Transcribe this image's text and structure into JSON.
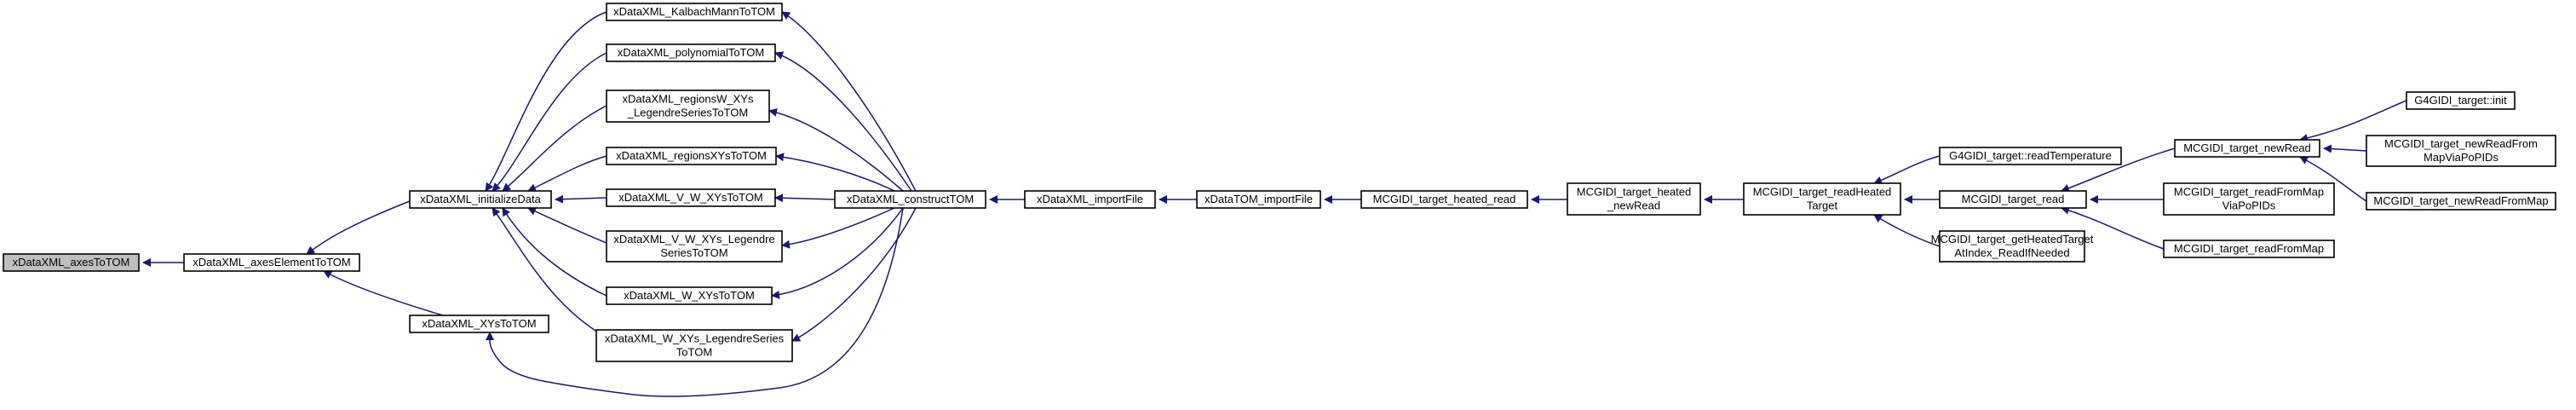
{
  "nodes": [
    {
      "id": "n0",
      "lines": [
        "xDataXML_axesToTOM"
      ],
      "root": true
    },
    {
      "id": "n1",
      "lines": [
        "xDataXML_axesElementToTOM"
      ]
    },
    {
      "id": "n2",
      "lines": [
        "xDataXML_initializeData"
      ]
    },
    {
      "id": "n3",
      "lines": [
        "xDataXML_XYsToTOM"
      ]
    },
    {
      "id": "n4",
      "lines": [
        "xDataXML_KalbachMannToTOM"
      ]
    },
    {
      "id": "n5",
      "lines": [
        "xDataXML_polynomialToTOM"
      ]
    },
    {
      "id": "n6",
      "lines": [
        "xDataXML_regionsW_XYs",
        "_LegendreSeriesToTOM"
      ]
    },
    {
      "id": "n7",
      "lines": [
        "xDataXML_regionsXYsToTOM"
      ]
    },
    {
      "id": "n8",
      "lines": [
        "xDataXML_V_W_XYsToTOM"
      ]
    },
    {
      "id": "n9",
      "lines": [
        "xDataXML_V_W_XYs_Legendre",
        "SeriesToTOM"
      ]
    },
    {
      "id": "n10",
      "lines": [
        "xDataXML_W_XYsToTOM"
      ]
    },
    {
      "id": "n11",
      "lines": [
        "xDataXML_W_XYs_LegendreSeries",
        "ToTOM"
      ]
    },
    {
      "id": "n12",
      "lines": [
        "xDataXML_constructTOM"
      ]
    },
    {
      "id": "n13",
      "lines": [
        "xDataXML_importFile"
      ]
    },
    {
      "id": "n14",
      "lines": [
        "xDataTOM_importFile"
      ]
    },
    {
      "id": "n15",
      "lines": [
        "MCGIDI_target_heated_read"
      ]
    },
    {
      "id": "n16",
      "lines": [
        "MCGIDI_target_heated",
        "_newRead"
      ]
    },
    {
      "id": "n17",
      "lines": [
        "MCGIDI_target_readHeated",
        "Target"
      ]
    },
    {
      "id": "n18",
      "lines": [
        "G4GIDI_target::readTemperature"
      ]
    },
    {
      "id": "n19",
      "lines": [
        "MCGIDI_target_read"
      ]
    },
    {
      "id": "n20",
      "lines": [
        "MCGIDI_target_getHeatedTarget",
        "AtIndex_ReadIfNeeded"
      ]
    },
    {
      "id": "n21",
      "lines": [
        "MCGIDI_target_newRead"
      ]
    },
    {
      "id": "n22",
      "lines": [
        "MCGIDI_target_readFromMap",
        "ViaPoPIDs"
      ]
    },
    {
      "id": "n23",
      "lines": [
        "MCGIDI_target_readFromMap"
      ]
    },
    {
      "id": "n24",
      "lines": [
        "G4GIDI_target::init"
      ]
    },
    {
      "id": "n25",
      "lines": [
        "MCGIDI_target_newReadFrom",
        "MapViaPoPIDs"
      ]
    },
    {
      "id": "n26",
      "lines": [
        "MCGIDI_target_newReadFromMap"
      ]
    }
  ],
  "edges": [
    [
      "n1",
      "n0"
    ],
    [
      "n2",
      "n1"
    ],
    [
      "n3",
      "n1"
    ],
    [
      "n4",
      "n2"
    ],
    [
      "n5",
      "n2"
    ],
    [
      "n6",
      "n2"
    ],
    [
      "n7",
      "n2"
    ],
    [
      "n8",
      "n2"
    ],
    [
      "n9",
      "n2"
    ],
    [
      "n10",
      "n2"
    ],
    [
      "n11",
      "n2"
    ],
    [
      "n12",
      "n2"
    ],
    [
      "n12",
      "n3"
    ],
    [
      "n12",
      "n4"
    ],
    [
      "n12",
      "n5"
    ],
    [
      "n12",
      "n6"
    ],
    [
      "n12",
      "n7"
    ],
    [
      "n12",
      "n8"
    ],
    [
      "n12",
      "n9"
    ],
    [
      "n12",
      "n10"
    ],
    [
      "n12",
      "n11"
    ],
    [
      "n13",
      "n12"
    ],
    [
      "n14",
      "n13"
    ],
    [
      "n15",
      "n14"
    ],
    [
      "n16",
      "n15"
    ],
    [
      "n17",
      "n16"
    ],
    [
      "n18",
      "n17"
    ],
    [
      "n19",
      "n17"
    ],
    [
      "n20",
      "n17"
    ],
    [
      "n21",
      "n19"
    ],
    [
      "n22",
      "n19"
    ],
    [
      "n23",
      "n19"
    ],
    [
      "n24",
      "n21"
    ],
    [
      "n25",
      "n21"
    ],
    [
      "n26",
      "n21"
    ]
  ]
}
